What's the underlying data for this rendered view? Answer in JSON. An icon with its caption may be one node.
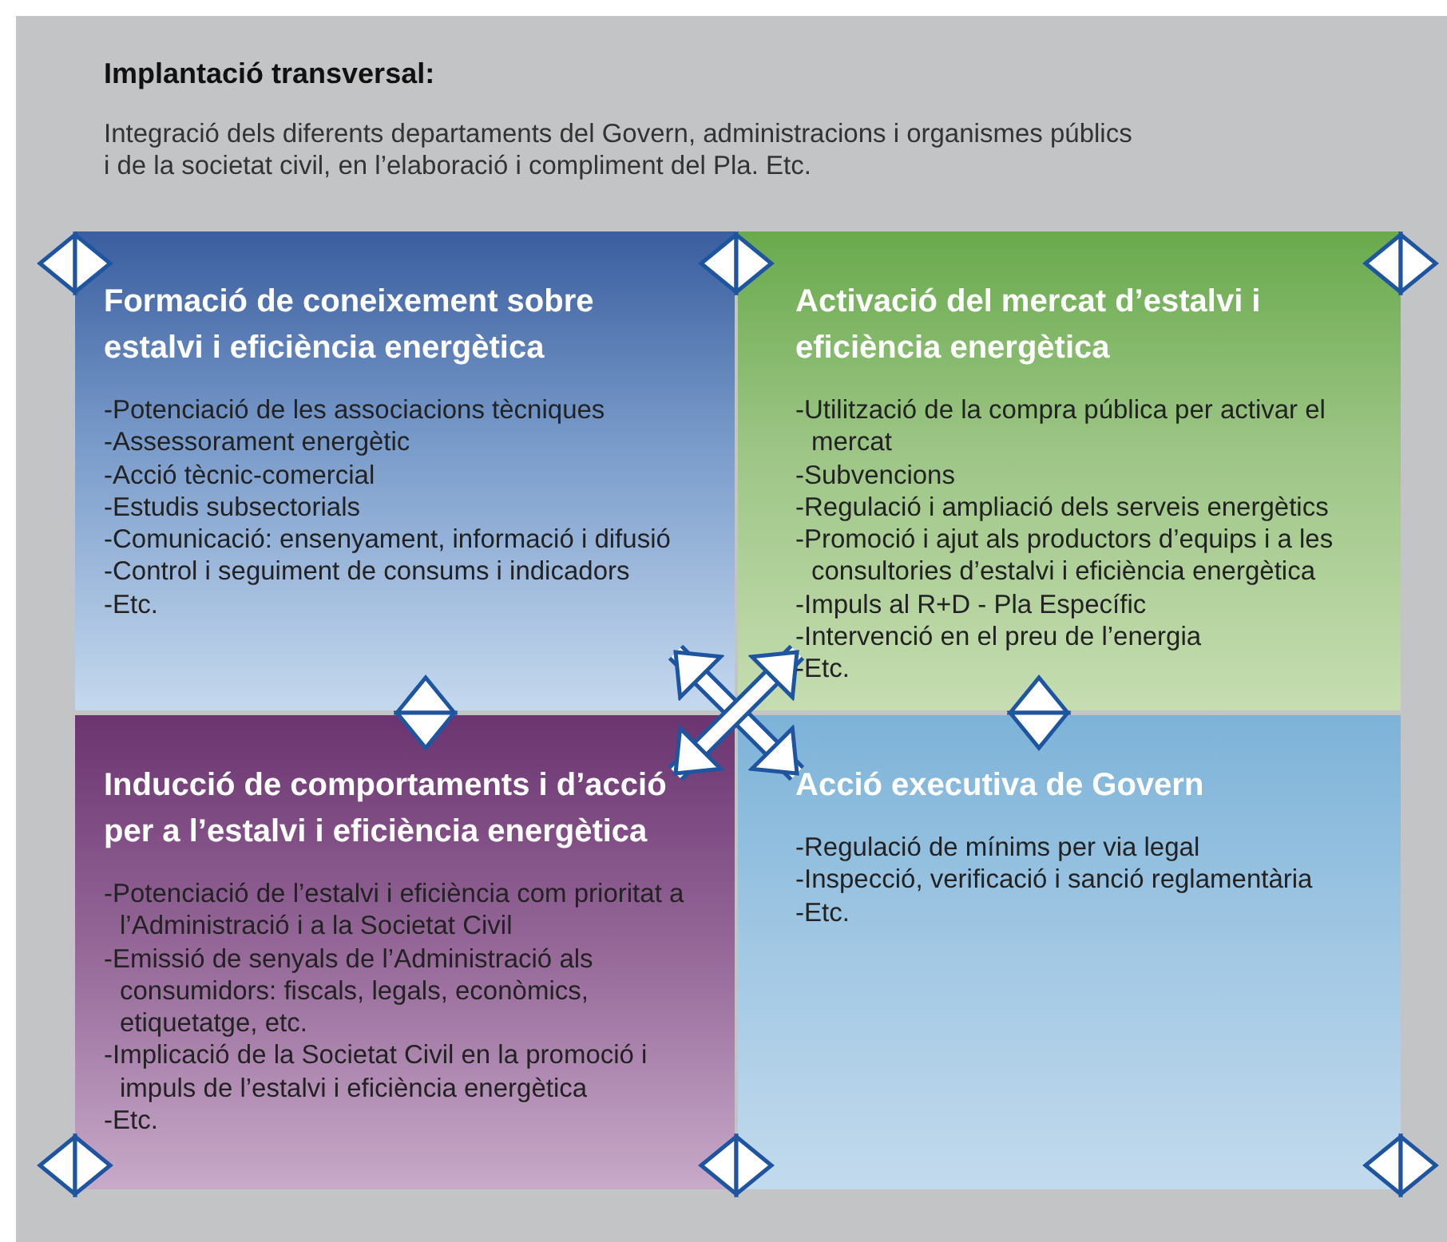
{
  "diagram": {
    "nodes": [
      {
        "text": [
          "Implantació transversal:",
          "Integració dels diferents departaments del Govern, administracions i organismes públics i de la societat civil, en l’elaboració i compliment del Pla. Etc."
        ]
      },
      {
        "text": [
          "Formació de coneixement sobre estalvi i eficiència energètica",
          "-Potenciació de les associacions tècniques",
          "-Assessorament energètic",
          "-Acció tècnic-comercial",
          "-Estudis subsectorials",
          "-Comunicació: ensenyament, informació i difusió",
          "-Control i seguiment de consums i indicadors",
          "-Etc."
        ],
        "in": 0
      },
      {
        "text": [
          "Activació del mercat d’estalvi i eficiència energètica",
          "-Utilització de la compra pública per activar el mercat",
          "-Subvencions",
          "-Regulació i ampliació dels serveis energètics",
          "-Promoció i ajut als productors d’equips i a les consultories d’estalvi i eficiència energètica",
          "-Impuls al R+D - Pla Específic",
          "-Intervenció en el preu de l’energia",
          "-Etc."
        ],
        "in": 0
      },
      {
        "text": [
          "Inducció de comportaments i d’acció per a l’estalvi i eficiència energètica",
          "-Potenciació de l’estalvi i eficiència com prioritat a l’Administració i a la Societat Civil",
          "-Emissió de senyals de l’Administració als consumidors: fiscals, legals, econòmics, etiquetatge, etc.",
          "-Implicació de la Societat Civil en la promoció i impuls de l’estalvi i eficiència energètica",
          "-Etc."
        ],
        "in": 0
      },
      {
        "text": [
          "Acció executiva de Govern",
          "-Regulació de mínims per via legal",
          "-Inspecció, verificació i sanció reglamentària",
          "-Etc."
        ],
        "in": 0
      }
    ],
    "edges": [
      {
        "from": 1,
        "to": 2,
        "arrow": "both"
      },
      {
        "from": 1,
        "to": 3,
        "arrow": "both"
      },
      {
        "from": 2,
        "to": 4,
        "arrow": "both"
      },
      {
        "from": 3,
        "to": 4,
        "arrow": "both"
      },
      {
        "from": 1,
        "to": 4,
        "arrow": "both",
        "style": "thick",
        "color": "#1d55a0"
      },
      {
        "from": 2,
        "to": 3,
        "arrow": "both",
        "style": "thick",
        "color": "#1d55a0"
      },
      {
        "from": null,
        "to": 1,
        "arrow": "both"
      },
      {
        "from": null,
        "to": 2,
        "arrow": "both"
      },
      {
        "from": null,
        "to": 3,
        "arrow": "both"
      },
      {
        "from": null,
        "to": 4,
        "arrow": "both"
      }
    ]
  }
}
